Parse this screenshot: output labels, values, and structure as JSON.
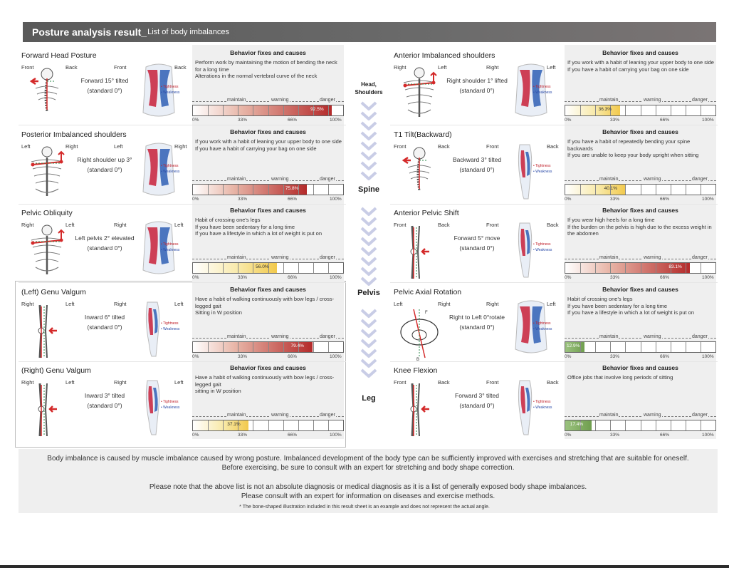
{
  "header": {
    "title": "Posture analysis result_",
    "subtitle": "List of body imbalances"
  },
  "common": {
    "behavior_title": "Behavior fixes and causes",
    "scale_labels": {
      "maintain": "maintain",
      "warning": "warning",
      "danger": "danger"
    },
    "ticks": [
      "0%",
      "33%",
      "66%",
      "100%"
    ],
    "legend": {
      "tightness": "• Tightness",
      "weakness": "• Weakness"
    }
  },
  "regions": {
    "head_shoulders": "Head, Shoulders",
    "spine": "Spine",
    "pelvis": "Pelvis",
    "leg": "Leg"
  },
  "left_cards": [
    {
      "name": "Forward Head Posture",
      "dir1a": "Front",
      "dir1b": "Back",
      "dir2a": "Front",
      "dir2b": "Back",
      "desc": "Forward 15° tilted (standard 0°)",
      "behavior": "Perform work by maintaining the motion of bending the neck for a long time\nAlterations in the normal vertebral curve of the neck",
      "value": 92.5,
      "value_label": "92.5%",
      "level": "danger"
    },
    {
      "name": "Posterior Imbalanced shoulders",
      "dir1a": "Left",
      "dir1b": "Right",
      "dir2a": "Left",
      "dir2b": "Right",
      "desc": "Right shoulder up 3° (standard 0°)",
      "behavior": "If you work with a habit of leaning your upper body to one side\nIf you have a habit of carrying your bag on one side",
      "value": 75.8,
      "value_label": "75.8%",
      "level": "danger"
    },
    {
      "name": "Pelvic Obliquity",
      "dir1a": "Right",
      "dir1b": "Left",
      "dir2a": "Right",
      "dir2b": "Left",
      "desc": "Left pelvis 2° elevated (standard 0°)",
      "behavior": "Habit of crossing one's legs\nIf you have been sedentary for a long time\nIf you have a lifestyle in which a lot of weight is put on",
      "value": 56.0,
      "value_label": "56.0%",
      "level": "warning"
    },
    {
      "name": "(Left) Genu Valgum",
      "dir1a": "Right",
      "dir1b": "Left",
      "dir2a": "Right",
      "dir2b": "Left",
      "desc": "Inward 6° tilted (standard 0°)",
      "behavior": "Have a habit of walking continuously with bow legs / cross-legged gait\nSitting in W position",
      "value": 79.4,
      "value_label": "79.4%",
      "level": "danger"
    },
    {
      "name": "(Right) Genu Valgum",
      "dir1a": "Right",
      "dir1b": "Left",
      "dir2a": "Right",
      "dir2b": "Left",
      "desc": "Inward 3° tilted (standard 0°)",
      "behavior": "Have a habit of walking continuously with bow legs / cross-legged gait\nsitting in W position",
      "value": 37.1,
      "value_label": "37.1%",
      "level": "warning"
    }
  ],
  "right_cards": [
    {
      "name": "Anterior Imbalanced shoulders",
      "dir1a": "Right",
      "dir1b": "Left",
      "dir2a": "Right",
      "dir2b": "Left",
      "desc": "Right shoulder 1° lifted (standard 0°)",
      "behavior": "If you work with a habit of leaning your upper body to one side\nIf you have a habit of carrying your bag on one side",
      "value": 36.3,
      "value_label": "36.3%",
      "level": "warning"
    },
    {
      "name": "T1 Tilt(Backward)",
      "dir1a": "Front",
      "dir1b": "Back",
      "dir2a": "Front",
      "dir2b": "Back",
      "desc": "Backward 3° tilted (standard 0°)",
      "behavior": "If you have a habit of repeatedly bending your spine backwards\nIf you are unable to keep your body upright when sitting",
      "value": 40.1,
      "value_label": "40.1%",
      "level": "warning"
    },
    {
      "name": "Anterior Pelvic Shift",
      "dir1a": "Front",
      "dir1b": "Back",
      "dir2a": "Front",
      "dir2b": "Back",
      "desc": "Forward 5° move (standard 0°)",
      "behavior": "If you wear high heels for a long time\nIf the burden on the pelvis is high due to the excess weight in the abdomen",
      "value": 83.1,
      "value_label": "83.1%",
      "level": "danger"
    },
    {
      "name": "Pelvic Axial Rotation",
      "dir1a": "Left",
      "dir1b": "Right",
      "dir2a": "Right",
      "dir2b": "Left",
      "desc": "Right to Left 0°rotate (standard 0°)",
      "behavior": "Habit of crossing one's legs\nIf you have been sedentary for a long time\nIf you have a lifestyle in which a lot of weight is put on",
      "value": 12.9,
      "value_label": "12.9%",
      "level": "maintain",
      "diagram_labels": {
        "front": "F",
        "back": "B"
      }
    },
    {
      "name": "Knee Flexion",
      "dir1a": "Front",
      "dir1b": "Back",
      "dir2a": "Front",
      "dir2b": "Back",
      "desc": "Forward 3° tilted (standard 0°)",
      "behavior": "Office jobs that involve long periods of sitting",
      "value": 17.4,
      "value_label": "17.4%",
      "level": "maintain"
    }
  ],
  "footer": {
    "line1": "Body imbalance is caused by muscle imbalance caused by wrong posture. Imbalanced development of the body type can be sufficiently improved with exercises and stretching that are suitable for oneself.",
    "line2": "Before exercising, be sure to consult with an expert for stretching and body shape correction.",
    "line3": "Please note that the above list is not an absolute diagnosis or medical diagnosis as it is a list of generally exposed body shape imbalances.",
    "line4": "Please consult with an expert for information on diseases and exercise methods.",
    "footnote": "* The bone-shaped illustration included in this result sheet is an example and does not represent the actual angle."
  }
}
